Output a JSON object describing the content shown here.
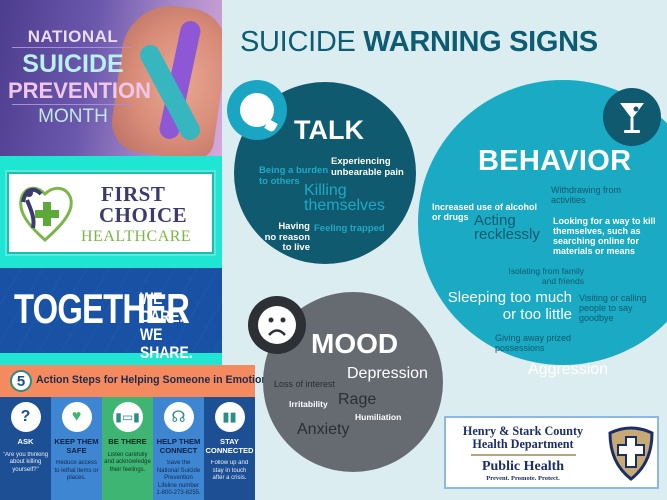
{
  "prevention_banner": {
    "line1": "NATIONAL",
    "line2": "SUICIDE",
    "line3": "PREVENTION",
    "line4": "MONTH",
    "icon": "awareness-ribbon-icon"
  },
  "first_choice": {
    "line1": "FIRST",
    "line2": "CHOICE",
    "line3": "HEALTHCARE",
    "icon": "heart-cross-logo-icon"
  },
  "together_banner": {
    "big": "TOGETHER",
    "small1": "WE CARE.",
    "small2": "WE SHARE."
  },
  "action_steps": {
    "number": "5",
    "title": "Action Steps for Helping Someone in Emotional Pain",
    "steps": [
      {
        "icon": "speech-question-icon",
        "title": "ASK",
        "desc": "\"Are you thinking about killing yourself?\""
      },
      {
        "icon": "heart-hands-icon",
        "title": "KEEP THEM SAFE",
        "desc": "Reduce access to lethal items or places."
      },
      {
        "icon": "people-table-icon",
        "title": "BE THERE",
        "desc": "Listen carefully and acknowledge their feelings."
      },
      {
        "icon": "headset-icon",
        "title": "HELP THEM CONNECT",
        "desc": "Save the National Suicide Prevention Lifeline number 1-800-273-8255."
      },
      {
        "icon": "two-people-icon",
        "title": "STAY CONNECTED",
        "desc": "Follow up and stay in touch after a crisis."
      }
    ]
  },
  "warning_signs": {
    "title_light": "SUICIDE ",
    "title_bold": "WARNING SIGNS",
    "talk": {
      "title": "TALK",
      "icon": "speech-bubble-icon",
      "items": [
        {
          "text": "Being a burden\nto others",
          "color": "#1fa9c6"
        },
        {
          "text": "Experiencing\nunbearable pain",
          "color": "#ffffff"
        },
        {
          "text": "Killing\nthemselves",
          "color": "#1fa9c6"
        },
        {
          "text": "Having\nno reason\nto live",
          "color": "#ffffff"
        },
        {
          "text": "Feeling trapped",
          "color": "#1fa9c6"
        }
      ]
    },
    "behavior": {
      "title": "BEHAVIOR",
      "icon": "cocktail-glass-icon",
      "items": [
        {
          "text": "Withdrawing from\nactivities",
          "color": "#0f5a6e"
        },
        {
          "text": "Increased use of alcohol\nor drugs",
          "color": "#ffffff"
        },
        {
          "text": "Acting\nrecklessly",
          "color": "#0f5a6e"
        },
        {
          "text": "Looking for a way to kill\nthemselves, such as\nsearching online for\nmaterials or means",
          "color": "#ffffff"
        },
        {
          "text": "Isolating from family\nand friends",
          "color": "#0f5a6e"
        },
        {
          "text": "Sleeping too much\nor too little",
          "color": "#ffffff"
        },
        {
          "text": "Visiting or calling\npeople to say\ngoodbye",
          "color": "#0f5a6e"
        },
        {
          "text": "Giving away prized\npossessions",
          "color": "#0f5a6e"
        },
        {
          "text": "Aggression",
          "color": "#ffffff"
        }
      ]
    },
    "mood": {
      "title": "MOOD",
      "icon": "sad-face-icon",
      "items": [
        {
          "text": "Depression",
          "color": "#ffffff"
        },
        {
          "text": "Loss of interest",
          "color": "#2b2e33"
        },
        {
          "text": "Irritability",
          "color": "#ffffff"
        },
        {
          "text": "Rage",
          "color": "#2b2e33"
        },
        {
          "text": "Humiliation",
          "color": "#ffffff"
        },
        {
          "text": "Anxiety",
          "color": "#2b2e33"
        }
      ]
    }
  },
  "health_department": {
    "line1": "Henry & Stark County",
    "line2": "Health Department",
    "line3": "Public Health",
    "tagline": "Prevent. Promote. Protect.",
    "icon": "shield-cross-icon"
  },
  "colors": {
    "background": "#dcedf1",
    "talk": "#0f5a6e",
    "behavior": "#1aaac4",
    "mood": "#666b72",
    "title": "#0e5c72"
  }
}
